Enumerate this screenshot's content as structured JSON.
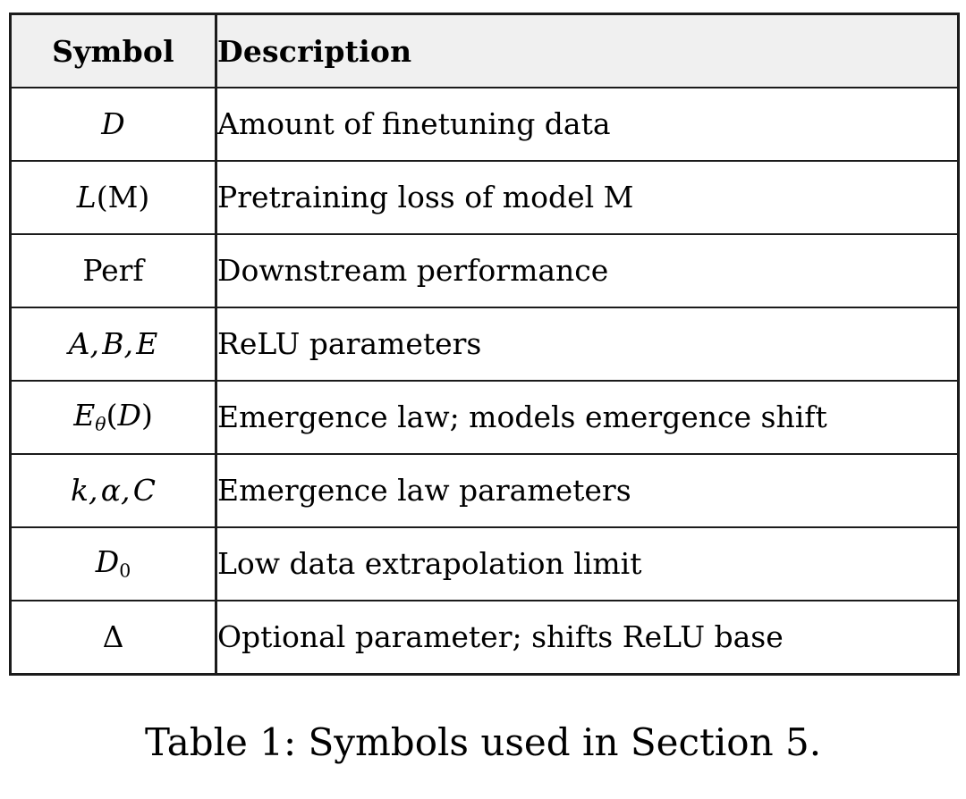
{
  "document": {
    "type": "paper-table-figure",
    "background_color": "#ffffff",
    "text_color": "#000000"
  },
  "table": {
    "header_background": "#f0f0f0",
    "border_color": "#1b1b1b",
    "columns": [
      {
        "key": "symbol",
        "label": "Symbol"
      },
      {
        "key": "description",
        "label": "Description"
      }
    ],
    "rows": [
      {
        "symbol": "D",
        "description": "Amount of finetuning data"
      },
      {
        "symbol": "L(M)",
        "description": "Pretraining loss of model M"
      },
      {
        "symbol": "Perf",
        "description": "Downstream performance"
      },
      {
        "symbol": "A, B, E",
        "description": "ReLU parameters"
      },
      {
        "symbol": "Eθ(D)",
        "description": "Emergence law; models emergence shift"
      },
      {
        "symbol": "k, α, C",
        "description": "Emergence law parameters"
      },
      {
        "symbol": "D0",
        "description": "Low data extrapolation limit"
      },
      {
        "symbol": "Δ",
        "description": "Optional parameter; shifts ReLU base"
      }
    ]
  },
  "caption": {
    "text": "Table 1: Symbols used in Section 5."
  }
}
